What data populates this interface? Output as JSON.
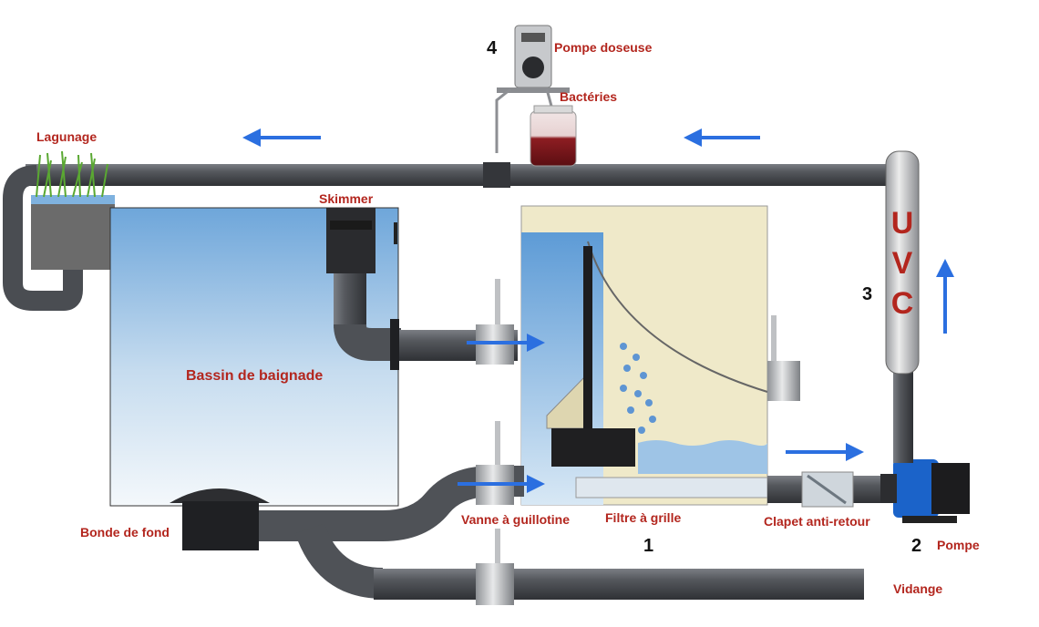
{
  "labels": {
    "lagunage": "Lagunage",
    "skimmer": "Skimmer",
    "bassin": "Bassin de baignade",
    "bonde": "Bonde de fond",
    "vanne": "Vanne à guillotine",
    "filtre": "Filtre à grille",
    "clapet": "Clapet anti-retour",
    "pompe": "Pompe",
    "pompe_doseuse": "Pompe doseuse",
    "bacteries": "Bactéries",
    "vidange": "Vidange"
  },
  "numbers": {
    "filtre": "1",
    "pompe": "2",
    "uvc": "3",
    "doseuse": "4"
  },
  "uvc_letters": [
    "U",
    "V",
    "C"
  ],
  "colors": {
    "label_red": "#b3261e",
    "pipe": "#4a4d52",
    "arrow_blue": "#2b6fe0",
    "water_blue": "#7fb2df",
    "filter_cream": "#efe9c9"
  },
  "icons": [
    "flow-arrow-icon",
    "water-drop-icon",
    "plant-icon"
  ]
}
